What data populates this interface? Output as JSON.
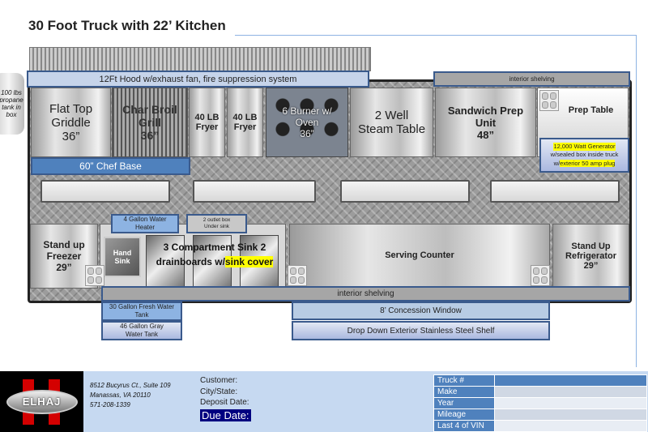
{
  "title": "30 Foot Truck with 22’ Kitchen",
  "hood": "12Ft Hood w/exhaust fan, fire suppression system",
  "propane": "100 lbs propane tank in box",
  "top_row": {
    "griddle": [
      "Flat Top",
      "Griddle",
      "36”"
    ],
    "charbroil": [
      "Char Broil",
      "Grill",
      "36”"
    ],
    "fryer1": [
      "40 LB",
      "Fryer"
    ],
    "fryer2": [
      "40 LB",
      "Fryer"
    ],
    "burner": [
      "6 Burner w/",
      "Oven",
      "36”"
    ],
    "steam": [
      "2 Well",
      "Steam Table"
    ],
    "sandwich": [
      "Sandwich Prep",
      "Unit",
      "48”"
    ],
    "prep": "Prep Table"
  },
  "interior_shelving_top": "interior shelving",
  "generator": {
    "line1": "12,000 Watt  Generator",
    "line2": "w/sealed box inside truck",
    "line3_prefix": "w/",
    "line3_hl": "exterior  50 amp plug"
  },
  "chef_base": "60” Chef Base",
  "bottom_row": {
    "freezer": [
      "Stand up",
      "Freezer",
      "29”"
    ],
    "hand_sink": [
      "Hand",
      "Sink"
    ],
    "water_heater": [
      "4 Gallon Water",
      "Heater"
    ],
    "outlet_box": [
      "2 outlet box",
      "Under sink"
    ],
    "sink": {
      "line1": "3 Compartment  Sink 2",
      "line2_prefix": "drainboards   w/",
      "line2_hl": "sink cover"
    },
    "serving": "Serving Counter",
    "fridge": [
      "Stand Up",
      "Refrigerator",
      "29”"
    ]
  },
  "interior_shelving_bottom": "interior shelving",
  "fresh_tank": "30 Gallon Fresh Water Tank",
  "gray_tank": "46 Gallon Gray Water Tank",
  "concession": "8’ Concession Window",
  "shelf": "Drop Down Exterior Stainless Steel Shelf",
  "footer": {
    "logo": "ELHAJ",
    "address": [
      "8512 Bucyrus Ct., Suite 109",
      "Manassas, VA 20110",
      "571-208-1339"
    ],
    "fields": [
      "Customer:",
      "City/State:",
      "Deposit Date:"
    ],
    "due": "Due Date:",
    "table": [
      "Truck #",
      "Make",
      "Year",
      "Mileage",
      "Last 4 of VIN"
    ]
  }
}
